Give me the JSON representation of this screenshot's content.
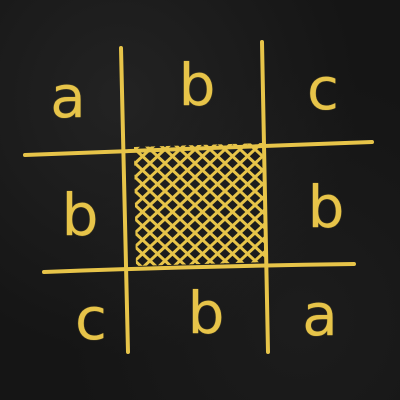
{
  "grid": {
    "cells": [
      [
        "a",
        "b",
        "c"
      ],
      [
        "b",
        "",
        "b"
      ],
      [
        "c",
        "b",
        "a"
      ]
    ],
    "center_cell": "hatched"
  },
  "colors": {
    "chalk": "#e7c449",
    "board": "#151515"
  }
}
